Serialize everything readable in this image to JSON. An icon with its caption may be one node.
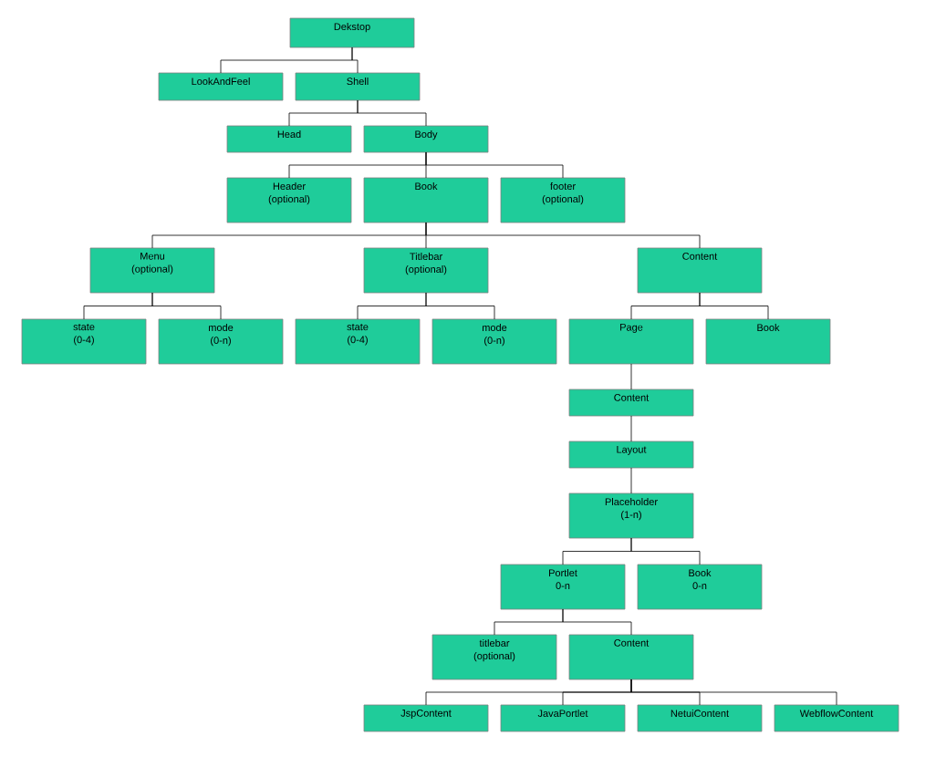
{
  "diagram": {
    "nodes": [
      {
        "text": [
          "Dekstop"
        ]
      },
      {
        "text": [
          "LookAndFeel"
        ]
      },
      {
        "text": [
          "Shell"
        ]
      },
      {
        "text": [
          "Head"
        ]
      },
      {
        "text": [
          "Body"
        ]
      },
      {
        "text": [
          "Header",
          "(optional)"
        ]
      },
      {
        "text": [
          "Book"
        ]
      },
      {
        "text": [
          "footer",
          "(optional)"
        ]
      },
      {
        "text": [
          "Menu",
          "(optional)"
        ]
      },
      {
        "text": [
          "Titlebar",
          "(optional)"
        ]
      },
      {
        "text": [
          "Content"
        ]
      },
      {
        "text": [
          "state",
          "(0-4)"
        ]
      },
      {
        "text": [
          "mode",
          "(0-n)"
        ]
      },
      {
        "text": [
          "state",
          "(0-4)"
        ]
      },
      {
        "text": [
          "mode",
          "(0-n)"
        ]
      },
      {
        "text": [
          "Page"
        ]
      },
      {
        "text": [
          "Book"
        ]
      },
      {
        "text": [
          "Content"
        ]
      },
      {
        "text": [
          "Layout"
        ]
      },
      {
        "text": [
          "Placeholder",
          "(1-n)"
        ]
      },
      {
        "text": [
          "Portlet",
          "0-n"
        ]
      },
      {
        "text": [
          "Book",
          "0-n"
        ]
      },
      {
        "text": [
          "titlebar",
          "(optional)"
        ]
      },
      {
        "text": [
          "Content"
        ]
      },
      {
        "text": [
          "JspContent"
        ]
      },
      {
        "text": [
          "JavaPortlet"
        ]
      },
      {
        "text": [
          "NetuiContent"
        ]
      },
      {
        "text": [
          "WebflowContent"
        ]
      }
    ],
    "edges": [
      {
        "from": 0,
        "to": 1,
        "arrow": "none"
      },
      {
        "from": 0,
        "to": 2,
        "arrow": "none"
      },
      {
        "from": 2,
        "to": 3,
        "arrow": "none"
      },
      {
        "from": 2,
        "to": 4,
        "arrow": "none"
      },
      {
        "from": 4,
        "to": 5,
        "arrow": "none"
      },
      {
        "from": 4,
        "to": 6,
        "arrow": "none"
      },
      {
        "from": 4,
        "to": 7,
        "arrow": "none"
      },
      {
        "from": 6,
        "to": 8,
        "arrow": "none"
      },
      {
        "from": 6,
        "to": 9,
        "arrow": "none"
      },
      {
        "from": 6,
        "to": 10,
        "arrow": "none"
      },
      {
        "from": 8,
        "to": 11,
        "arrow": "none"
      },
      {
        "from": 8,
        "to": 12,
        "arrow": "none"
      },
      {
        "from": 9,
        "to": 13,
        "arrow": "none"
      },
      {
        "from": 9,
        "to": 14,
        "arrow": "none"
      },
      {
        "from": 10,
        "to": 15,
        "arrow": "none"
      },
      {
        "from": 10,
        "to": 16,
        "arrow": "none"
      },
      {
        "from": 15,
        "to": 17,
        "arrow": "none"
      },
      {
        "from": 17,
        "to": 18,
        "arrow": "none"
      },
      {
        "from": 18,
        "to": 19,
        "arrow": "none"
      },
      {
        "from": 19,
        "to": 20,
        "arrow": "none"
      },
      {
        "from": 19,
        "to": 21,
        "arrow": "none"
      },
      {
        "from": 20,
        "to": 22,
        "arrow": "none"
      },
      {
        "from": 20,
        "to": 23,
        "arrow": "none"
      },
      {
        "from": 23,
        "to": 24,
        "arrow": "none"
      },
      {
        "from": 23,
        "to": 25,
        "arrow": "none"
      },
      {
        "from": 23,
        "to": 26,
        "arrow": "none"
      },
      {
        "from": 23,
        "to": 27,
        "arrow": "none"
      }
    ]
  }
}
